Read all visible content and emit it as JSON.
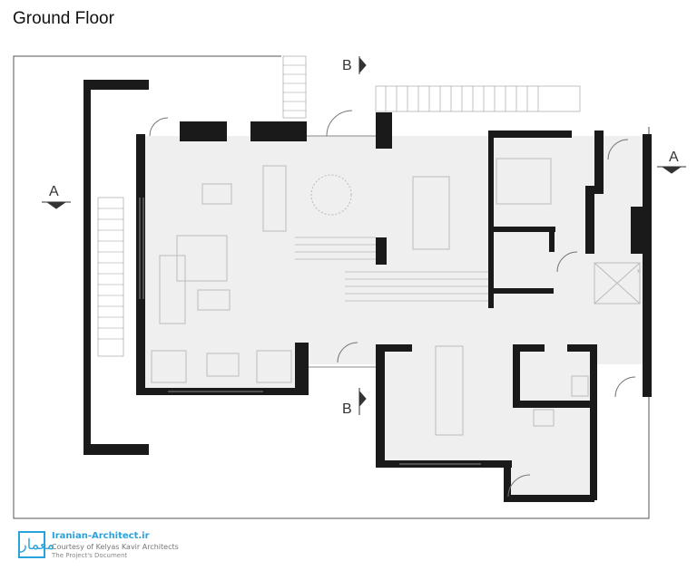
{
  "title": "Ground Floor",
  "section_markers": {
    "a_left": "A",
    "a_right": "A",
    "b_top": "B",
    "b_bottom": "B"
  },
  "credits": {
    "site": "Iranian-Architect.ir",
    "courtesy": "Courtesy of Kelyas Kavir Architects",
    "document": "The Project's Document",
    "logo_text": "معمار"
  },
  "colors": {
    "wall": "#1a1a1a",
    "floor": "#efefef",
    "furniture": "#bdbdbd",
    "accent": "#2aa3dc"
  }
}
